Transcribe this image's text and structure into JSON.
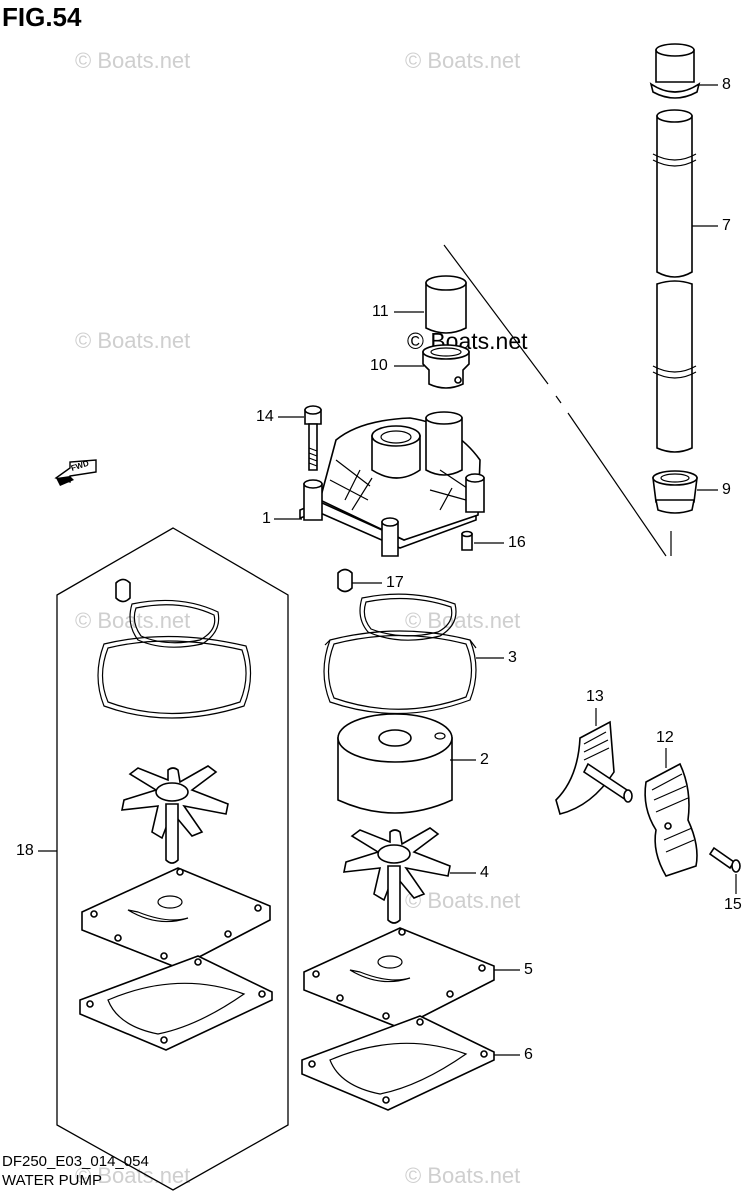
{
  "figure": {
    "title": "FIG.54",
    "model_code": "DF250_E03_014_054",
    "caption": "WATER PUMP"
  },
  "watermark": {
    "text": "© Boats.net",
    "main_text": "© Boats.net"
  },
  "fwd_label": "FWD",
  "callouts": [
    "1",
    "2",
    "3",
    "4",
    "5",
    "6",
    "7",
    "8",
    "9",
    "10",
    "11",
    "12",
    "13",
    "14",
    "15",
    "16",
    "17",
    "18"
  ]
}
